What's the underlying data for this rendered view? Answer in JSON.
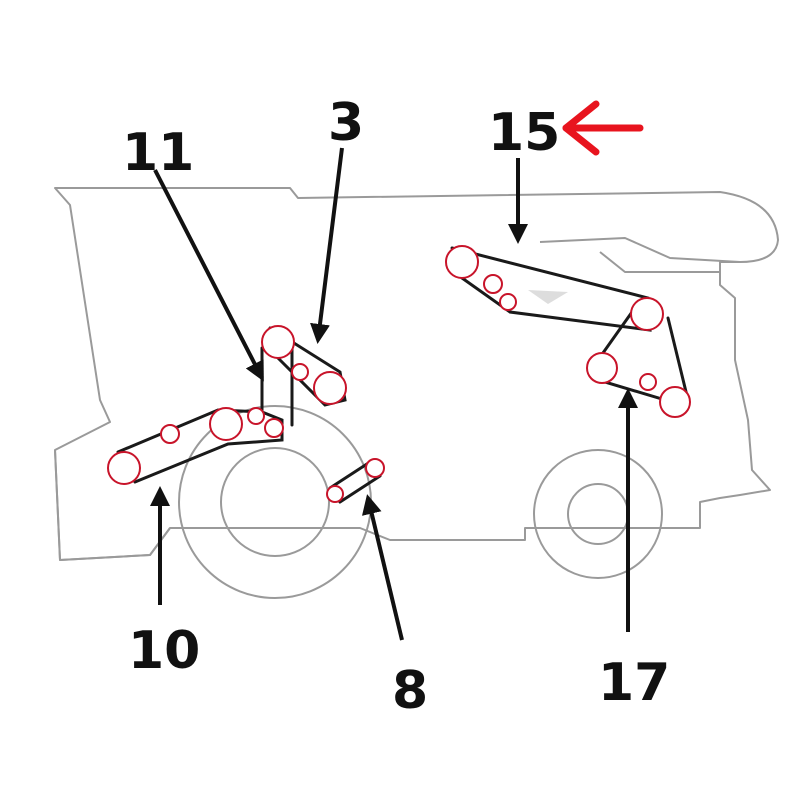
{
  "labels": {
    "l3": "3",
    "l8": "8",
    "l10": "10",
    "l11": "11",
    "l15": "15",
    "l17": "17"
  },
  "highlight": {
    "target_label": "15",
    "arrow_color": "#e8141e"
  },
  "colors": {
    "outline": "#9a9a9a",
    "belt": "#1a1a1a",
    "pulley": "#c8142a",
    "pointer": "#111111"
  }
}
